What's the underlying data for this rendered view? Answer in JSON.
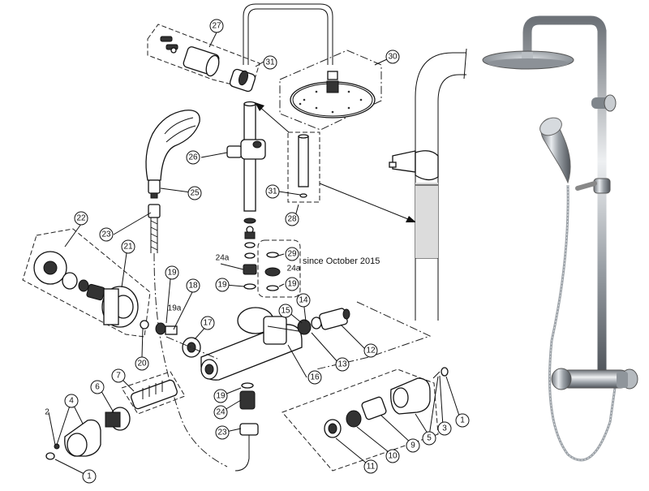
{
  "diagram": {
    "note": "since October 2015",
    "callouts": [
      {
        "id": "c27",
        "label": "27"
      },
      {
        "id": "c31a",
        "label": "31"
      },
      {
        "id": "c30",
        "label": "30"
      },
      {
        "id": "c26",
        "label": "26"
      },
      {
        "id": "c25",
        "label": "25"
      },
      {
        "id": "c31b",
        "label": "31"
      },
      {
        "id": "c28",
        "label": "28"
      },
      {
        "id": "c22",
        "label": "22"
      },
      {
        "id": "c23a",
        "label": "23"
      },
      {
        "id": "c21",
        "label": "21"
      },
      {
        "id": "c24a1",
        "label": "24a"
      },
      {
        "id": "c29",
        "label": "29"
      },
      {
        "id": "c24a2",
        "label": "24a"
      },
      {
        "id": "c19a",
        "label": "19"
      },
      {
        "id": "c19b",
        "label": "19"
      },
      {
        "id": "c19c",
        "label": "19"
      },
      {
        "id": "c18",
        "label": "18"
      },
      {
        "id": "c19alabel",
        "label": "19a"
      },
      {
        "id": "c15",
        "label": "15"
      },
      {
        "id": "c14",
        "label": "14"
      },
      {
        "id": "c17",
        "label": "17"
      },
      {
        "id": "c12",
        "label": "12"
      },
      {
        "id": "c13",
        "label": "13"
      },
      {
        "id": "c20",
        "label": "20"
      },
      {
        "id": "c16",
        "label": "16"
      },
      {
        "id": "c7",
        "label": "7"
      },
      {
        "id": "c6",
        "label": "6"
      },
      {
        "id": "c19d",
        "label": "19"
      },
      {
        "id": "c24",
        "label": "24"
      },
      {
        "id": "c23b",
        "label": "23"
      },
      {
        "id": "c2",
        "label": "2"
      },
      {
        "id": "c4",
        "label": "4"
      },
      {
        "id": "c5",
        "label": "5"
      },
      {
        "id": "c3",
        "label": "3"
      },
      {
        "id": "c1a",
        "label": "1"
      },
      {
        "id": "c1b",
        "label": "1"
      },
      {
        "id": "c9",
        "label": "9"
      },
      {
        "id": "c10",
        "label": "10"
      },
      {
        "id": "c11",
        "label": "11"
      }
    ]
  }
}
